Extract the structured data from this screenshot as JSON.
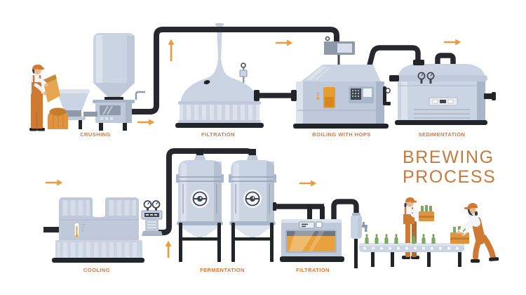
{
  "title": {
    "lines": [
      "BREWING",
      "PROCESS"
    ]
  },
  "stations": [
    {
      "id": "crushing",
      "label": "CRUSHING"
    },
    {
      "id": "filtration-mash",
      "label": "FILTRATION"
    },
    {
      "id": "boiling-with-hops",
      "label": "BOILING WITH HOPS"
    },
    {
      "id": "sedimentation",
      "label": "SEDIMENTATION"
    },
    {
      "id": "cooling",
      "label": "COOLING"
    },
    {
      "id": "fermentation",
      "label": "FERMENTATION"
    },
    {
      "id": "filtration-final",
      "label": "FILTRATION"
    }
  ],
  "icons": {
    "flow_arrows": [
      {
        "name": "arrow-up-after-crushing",
        "direction": "up"
      },
      {
        "name": "arrow-right-to-boiling",
        "direction": "right"
      },
      {
        "name": "arrow-right-after-sedimentation",
        "direction": "right"
      },
      {
        "name": "arrow-right-under-crushing",
        "direction": "right"
      },
      {
        "name": "arrow-right-to-cooling",
        "direction": "right"
      },
      {
        "name": "arrow-up-to-fermentation",
        "direction": "up"
      },
      {
        "name": "arrow-right-to-bottling",
        "direction": "right"
      }
    ]
  },
  "colors": {
    "accent_label": "#D4773B",
    "title": "#C87A3C",
    "arrow": "#EE9B3B",
    "machine_light": "#CBD4E2",
    "machine_mid": "#BFC9DA",
    "machine_dark": "#A9B5C8",
    "machine_pale": "#DDE3ED",
    "steel": "#8E99AB",
    "pipe": "#26282E",
    "ink": "#212429",
    "worker_orange": "#CE7A33",
    "worker_orange_dark": "#BA6A28",
    "skin": "#E9B88F",
    "shirt": "#F2F4F7",
    "hair": "#3A3A42",
    "bottle_green": "#7CA862",
    "bottle_green_dark": "#5F8C4A",
    "crate_orange": "#E0943F",
    "crate_stripe": "#C67D2B",
    "liquid_orange": "#E9A13B",
    "gauge": "#3E4450",
    "background": "#FFFFFF"
  }
}
